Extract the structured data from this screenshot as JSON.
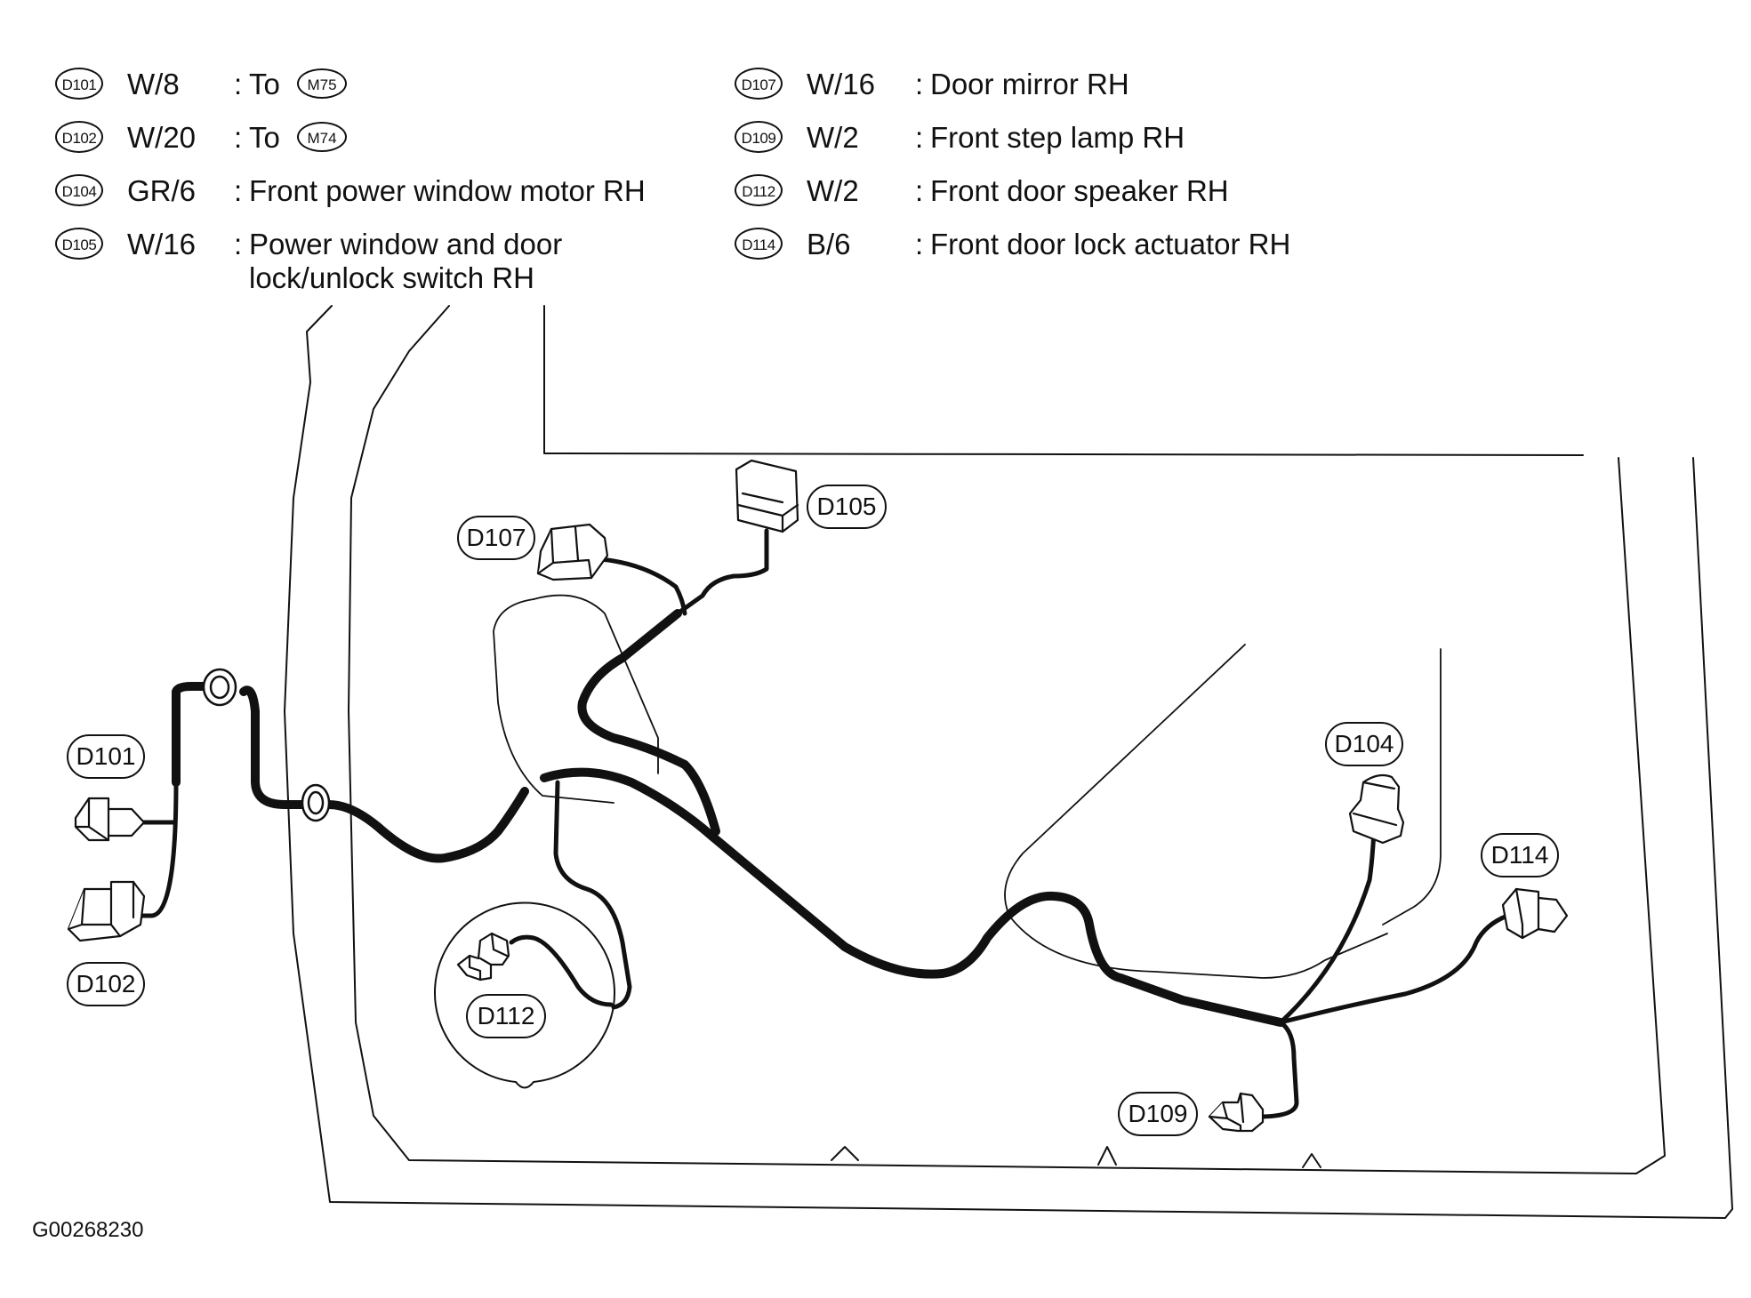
{
  "legend": {
    "left": [
      {
        "code": "D101",
        "wire": "W/8",
        "desc": "To",
        "to": "M75"
      },
      {
        "code": "D102",
        "wire": "W/20",
        "desc": "To",
        "to": "M74"
      },
      {
        "code": "D104",
        "wire": "GR/6",
        "desc": "Front power window motor RH"
      },
      {
        "code": "D105",
        "wire": "W/16",
        "desc": "Power window and door",
        "desc2": "lock/unlock switch RH"
      }
    ],
    "right": [
      {
        "code": "D107",
        "wire": "W/16",
        "desc": "Door mirror RH"
      },
      {
        "code": "D109",
        "wire": "W/2",
        "desc": "Front step lamp RH"
      },
      {
        "code": "D112",
        "wire": "W/2",
        "desc": "Front door speaker RH"
      },
      {
        "code": "D114",
        "wire": "B/6",
        "desc": "Front door lock actuator RH"
      }
    ],
    "separator": ":"
  },
  "callouts": {
    "d101": "D101",
    "d102": "D102",
    "d104": "D104",
    "d105": "D105",
    "d107": "D107",
    "d109": "D109",
    "d112": "D112",
    "d114": "D114"
  },
  "figure_id": "G00268230",
  "colors": {
    "line": "#111111",
    "background": "#ffffff"
  }
}
